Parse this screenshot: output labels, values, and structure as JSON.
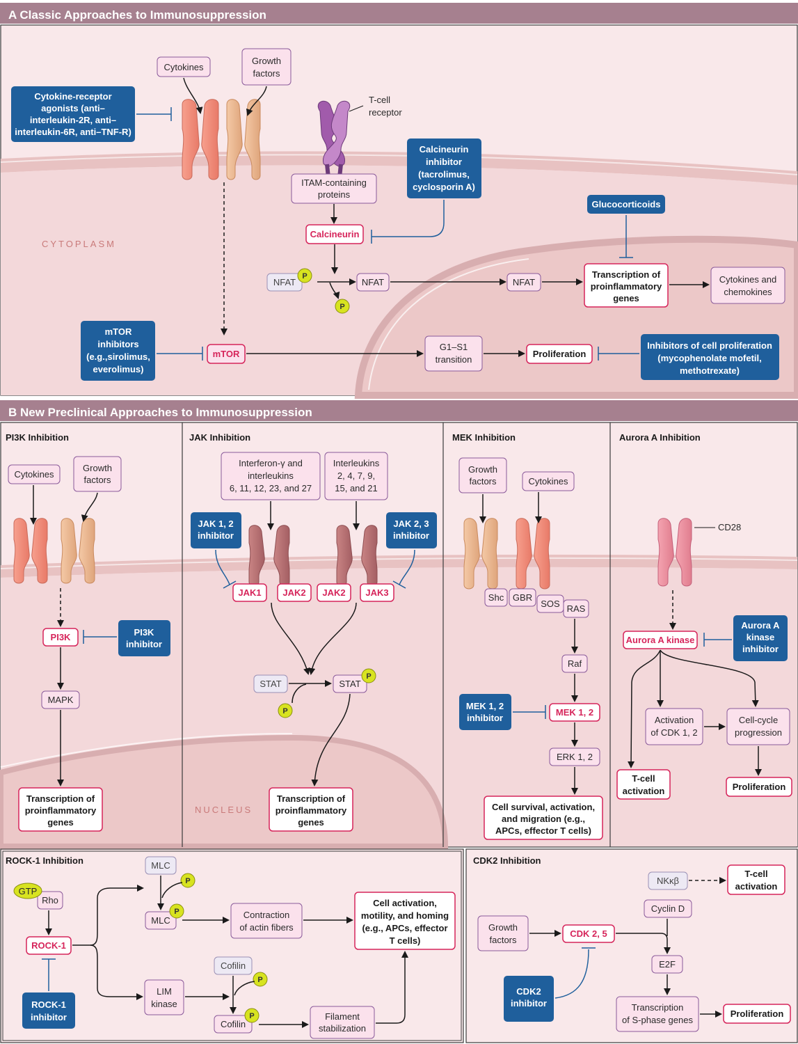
{
  "section_a": {
    "title": "A  Classic Approaches to Immunosuppression",
    "cytoplasm_label": "CYTOPLASM",
    "nodes": {
      "cytokines": "Cytokines",
      "growth_factors": [
        "Growth",
        "factors"
      ],
      "tcell_receptor": [
        "T-cell",
        "receptor"
      ],
      "cytokine_receptor_agonists": [
        "Cytokine-receptor",
        "agonists (anti–",
        "interleukin-2R, anti–",
        "interleukin-6R, anti–TNF-R)"
      ],
      "itam": [
        "ITAM-containing",
        "proteins"
      ],
      "calcineurin_inhibitor": [
        "Calcineurin",
        "inhibitor",
        "(tacrolimus,",
        "cyclosporin A)"
      ],
      "calcineurin": "Calcineurin",
      "glucocorticoids": "Glucocorticoids",
      "nfat_p": "NFAT",
      "nfat1": "NFAT",
      "nfat2": "NFAT",
      "transcription": [
        "Transcription of",
        "proinflammatory",
        "genes"
      ],
      "cytokines_chemokines": [
        "Cytokines and",
        "chemokines"
      ],
      "mtor_inhibitors": [
        "mTOR",
        "inhibitors",
        "(e.g.,sirolimus,",
        "everolimus)"
      ],
      "mtor": "mTOR",
      "g1s1": [
        "G1–S1",
        "transition"
      ],
      "proliferation": "Proliferation",
      "inhibitors_cell_prolif": [
        "Inhibitors of cell proliferation",
        "(mycophenolate mofetil,",
        "methotrexate)"
      ],
      "p": "P"
    }
  },
  "section_b": {
    "title": "B  New Preclinical Approaches to Immunosuppression",
    "nucleus_label": "NUCLEUS",
    "pi3k": {
      "title": "PI3K Inhibition",
      "cytokines": "Cytokines",
      "growth_factors": [
        "Growth",
        "factors"
      ],
      "pi3k": "PI3K",
      "pi3k_inhibitor": [
        "PI3K",
        "inhibitor"
      ],
      "mapk": "MAPK",
      "transcription": [
        "Transcription of",
        "proinflammatory",
        "genes"
      ]
    },
    "jak": {
      "title": "JAK Inhibition",
      "interferon": [
        "Interferon-γ and",
        "interleukins",
        "6, 11, 12, 23, and 27"
      ],
      "interleukins": [
        "Interleukins",
        "2, 4, 7, 9,",
        "15, and 21"
      ],
      "jak12_inhibitor": [
        "JAK 1, 2",
        "inhibitor"
      ],
      "jak23_inhibitor": [
        "JAK 2, 3",
        "inhibitor"
      ],
      "jak1": "JAK1",
      "jak2a": "JAK2",
      "jak2b": "JAK2",
      "jak3": "JAK3",
      "stat1": "STAT",
      "stat2": "STAT",
      "transcription": [
        "Transcription of",
        "proinflammatory",
        "genes"
      ]
    },
    "mek": {
      "title": "MEK Inhibition",
      "growth_factors": [
        "Growth",
        "factors"
      ],
      "cytokines": "Cytokines",
      "shc": "Shc",
      "gbr": "GBR",
      "sos": "SOS",
      "ras": "RAS",
      "raf": "Raf",
      "mek12": "MEK 1, 2",
      "mek_inhibitor": [
        "MEK 1, 2",
        "inhibitor"
      ],
      "erk": "ERK 1, 2",
      "cell_survival": [
        "Cell survival, activation,",
        "and migration (e.g.,",
        "APCs, effector T cells)"
      ]
    },
    "aurora": {
      "title": "Aurora A Inhibition",
      "cd28": "CD28",
      "aurora_kinase": "Aurora A kinase",
      "aurora_inhibitor": [
        "Aurora A",
        "kinase",
        "inhibitor"
      ],
      "activation_cdk": [
        "Activation",
        "of CDK 1, 2"
      ],
      "cell_cycle": [
        "Cell-cycle",
        "progression"
      ],
      "tcell_activation": [
        "T-cell",
        "activation"
      ],
      "proliferation": "Proliferation"
    },
    "rock": {
      "title": "ROCK-1 Inhibition",
      "gtp": "GTP",
      "rho": "Rho",
      "rock1": "ROCK-1",
      "rock_inhibitor": [
        "ROCK-1",
        "inhibitor"
      ],
      "mlc1": "MLC",
      "mlc2": "MLC",
      "contraction": [
        "Contraction",
        "of actin fibers"
      ],
      "cell_activation": [
        "Cell activation,",
        "motility, and homing",
        "(e.g., APCs, effector",
        "T cells)"
      ],
      "cofilin1": "Cofilin",
      "cofilin2": "Cofilin",
      "lim_kinase": [
        "LIM",
        "kinase"
      ],
      "filament": [
        "Filament",
        "stabilization"
      ]
    },
    "cdk2": {
      "title": "CDK2 Inhibition",
      "nfkb": "NKκβ",
      "tcell_activation": [
        "T-cell",
        "activation"
      ],
      "cyclin_d": "Cyclin D",
      "growth_factors": [
        "Growth",
        "factors"
      ],
      "cdk25": "CDK 2, 5",
      "e2f": "E2F",
      "cdk2_inhibitor": [
        "CDK2",
        "inhibitor"
      ],
      "transcription": [
        "Transcription",
        "of S-phase genes"
      ],
      "proliferation": "Proliferation"
    }
  },
  "colors": {
    "header": "#a6808f",
    "background": "#f9e8ea",
    "membrane": "#e8c2c2",
    "nucleus": "#ecc8c8",
    "inhibitor_box": "#1f5f9c",
    "red_text": "#d6245a",
    "purple_border": "#8a5a9a",
    "yellow_p": "#d8e320"
  }
}
